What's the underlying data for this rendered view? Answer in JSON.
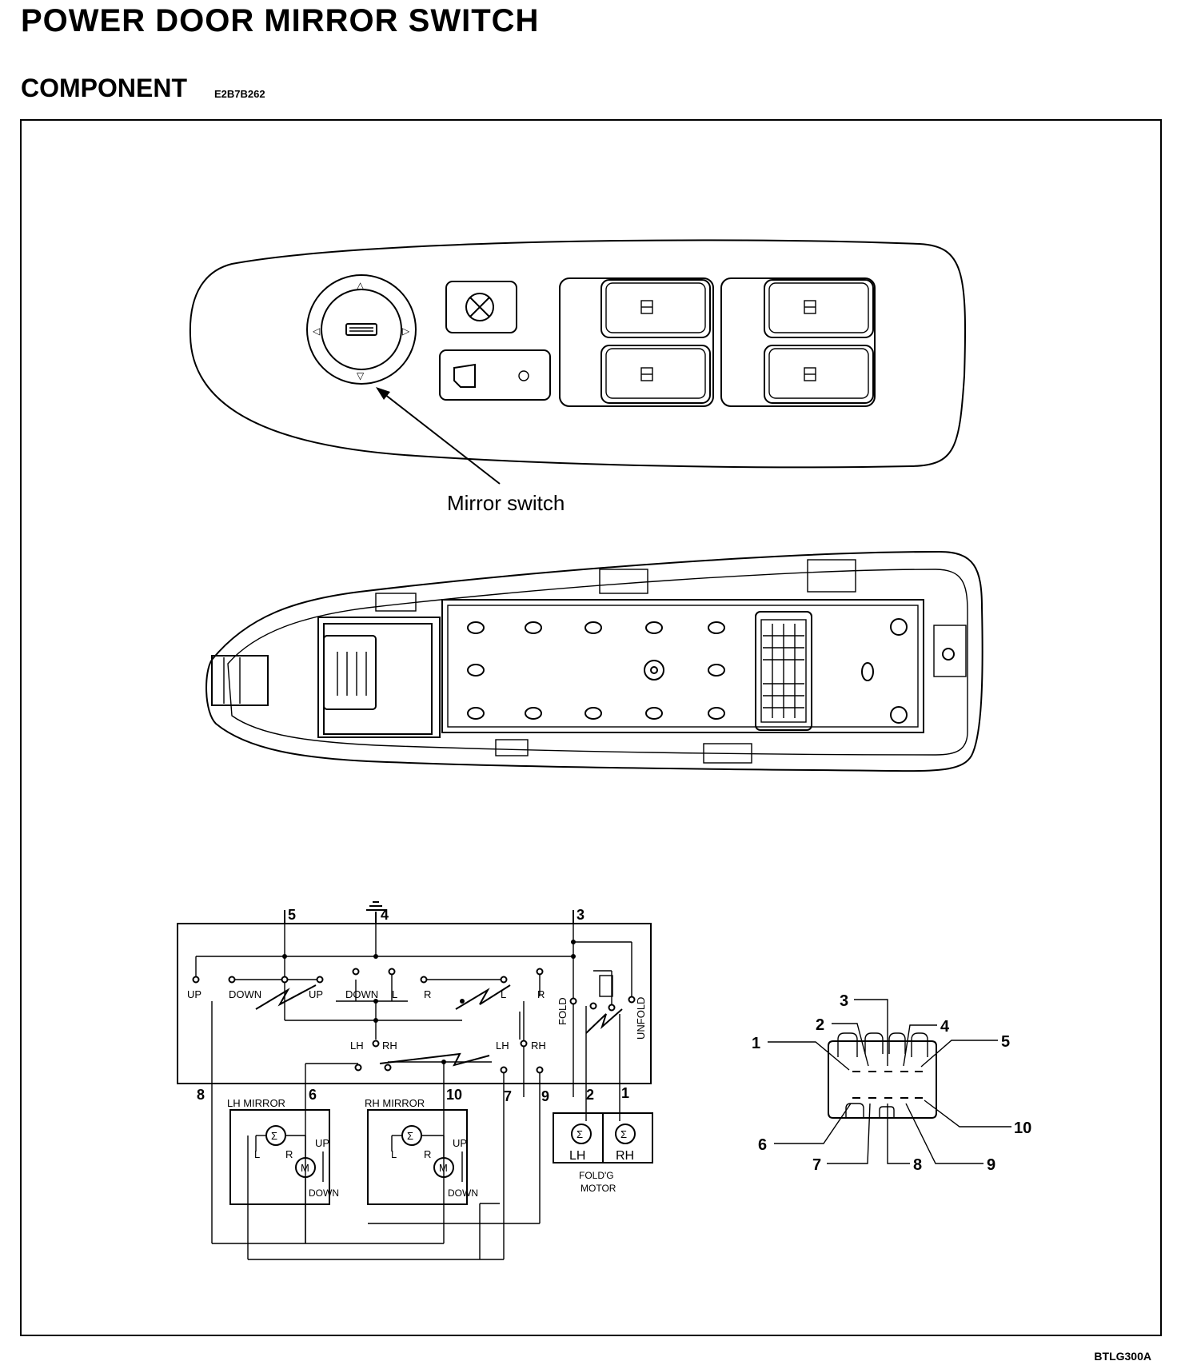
{
  "page": {
    "title": "POWER DOOR MIRROR SWITCH",
    "section": "COMPONENT",
    "section_code": "E2B7B262",
    "figure_code": "BTLG300A"
  },
  "top_view": {
    "callout": "Mirror switch"
  },
  "schematic": {
    "top_pins": [
      "5",
      "4",
      "3"
    ],
    "bottom_pins": [
      "8",
      "6",
      "10",
      "7",
      "9",
      "2",
      "1"
    ],
    "labels": {
      "up1": "UP",
      "down1": "DOWN",
      "up2": "UP",
      "down2": "DOWN",
      "l1": "L",
      "r1": "R",
      "l2": "L",
      "r2": "R",
      "fold": "FOLD",
      "unfold": "UNFOLD",
      "lh1": "LH",
      "rh1": "RH",
      "lh2": "LH",
      "rh2": "RH"
    },
    "lh_mirror": {
      "label": "LH MIRROR",
      "l": "L",
      "r": "R",
      "up": "UP",
      "down": "DOWN"
    },
    "rh_mirror": {
      "label": "RH MIRROR",
      "l": "L",
      "r": "R",
      "up": "UP",
      "down": "DOWN"
    },
    "folding_motor": {
      "lh": "LH",
      "rh": "RH",
      "label_line1": "FOLD'G",
      "label_line2": "MOTOR"
    }
  },
  "connector": {
    "pins": [
      "1",
      "2",
      "3",
      "4",
      "5",
      "6",
      "7",
      "8",
      "9",
      "10"
    ]
  }
}
